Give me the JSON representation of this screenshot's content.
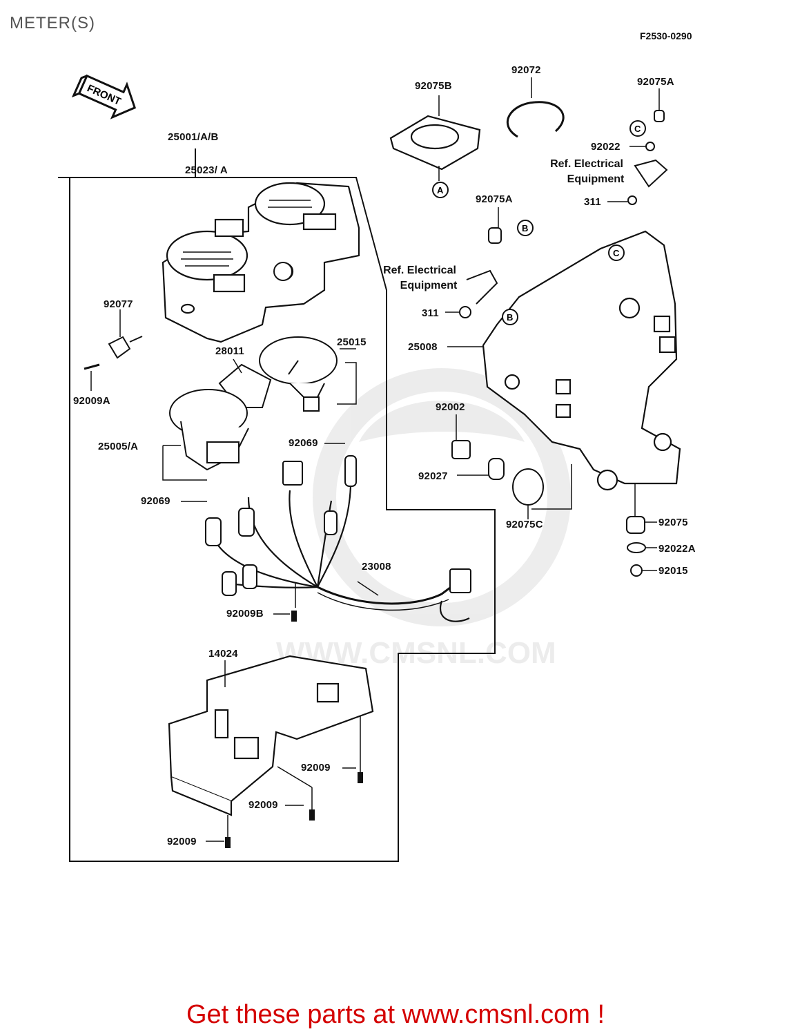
{
  "page": {
    "title": "METER(S)",
    "code": "F2530-0290",
    "footer": "Get these parts at www.cmsnl.com !",
    "watermark": "WWW.CMSNL.COM",
    "front_label": "FRONT"
  },
  "refs": {
    "ref_electrical_1": "Ref. Electrical",
    "equipment_1": "Equipment",
    "ref_electrical_2": "Ref. Electrical",
    "equipment_2": "Equipment"
  },
  "circle_letters": [
    "A",
    "B",
    "C"
  ],
  "parts": [
    {
      "id": "25001",
      "label": "25001/A/B"
    },
    {
      "id": "25023",
      "label": "25023/ A"
    },
    {
      "id": "92077",
      "label": "92077"
    },
    {
      "id": "92009A",
      "label": "92009A"
    },
    {
      "id": "28011",
      "label": "28011"
    },
    {
      "id": "25015",
      "label": "25015"
    },
    {
      "id": "25005",
      "label": "25005/A"
    },
    {
      "id": "92069a",
      "label": "92069"
    },
    {
      "id": "92069b",
      "label": "92069"
    },
    {
      "id": "23008",
      "label": "23008"
    },
    {
      "id": "92009B",
      "label": "92009B"
    },
    {
      "id": "14024",
      "label": "14024"
    },
    {
      "id": "92009a",
      "label": "92009"
    },
    {
      "id": "92009b",
      "label": "92009"
    },
    {
      "id": "92009c",
      "label": "92009"
    },
    {
      "id": "92075B",
      "label": "92075B"
    },
    {
      "id": "92072",
      "label": "92072"
    },
    {
      "id": "92075A1",
      "label": "92075A"
    },
    {
      "id": "92022",
      "label": "92022"
    },
    {
      "id": "311a",
      "label": "311"
    },
    {
      "id": "92075A2",
      "label": "92075A"
    },
    {
      "id": "311b",
      "label": "311"
    },
    {
      "id": "25008",
      "label": "25008"
    },
    {
      "id": "92002",
      "label": "92002"
    },
    {
      "id": "92027",
      "label": "92027"
    },
    {
      "id": "92075C",
      "label": "92075C"
    },
    {
      "id": "92075",
      "label": "92075"
    },
    {
      "id": "92022A",
      "label": "92022A"
    },
    {
      "id": "92015",
      "label": "92015"
    }
  ]
}
